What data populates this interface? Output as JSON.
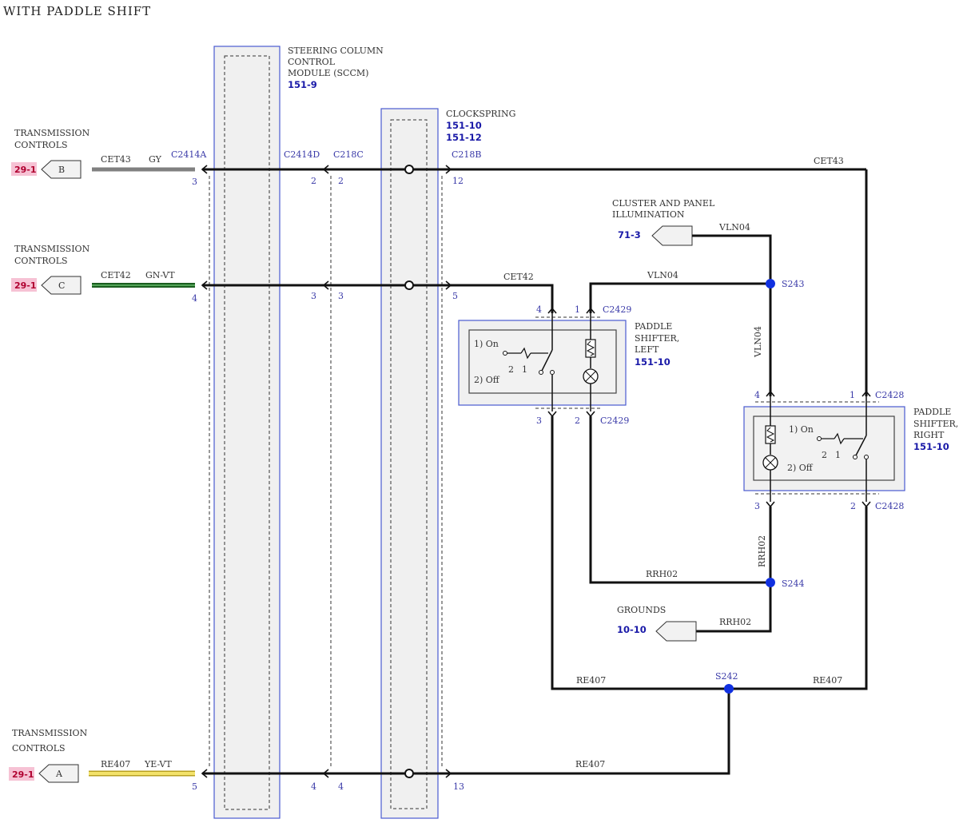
{
  "title": "WITH PADDLE SHIFT",
  "modules": {
    "sccm": {
      "name_lines": [
        "STEERING COLUMN",
        "CONTROL",
        "MODULE (SCCM)"
      ],
      "ref": "151-9"
    },
    "clockspring": {
      "name": "CLOCKSPRING",
      "refs": [
        "151-10",
        "151-12"
      ]
    },
    "paddle_left": {
      "name_lines": [
        "PADDLE",
        "SHIFTER,",
        "LEFT"
      ],
      "ref": "151-10",
      "on": "1) On",
      "off": "2) Off",
      "c1": "2",
      "c2": "1"
    },
    "paddle_right": {
      "name_lines": [
        "PADDLE",
        "SHIFTER,",
        "RIGHT"
      ],
      "ref": "151-10",
      "on": "1) On",
      "off": "2) Off",
      "c1": "2",
      "c2": "1"
    }
  },
  "left_refs": [
    {
      "label_lines": [
        "TRANSMISSION",
        "CONTROLS"
      ],
      "page": "29-1",
      "letter": "B",
      "circuit": "CET43",
      "color": "GY",
      "wire_hex": "#808080"
    },
    {
      "label_lines": [
        "TRANSMISSION",
        "CONTROLS"
      ],
      "page": "29-1",
      "letter": "C",
      "circuit": "CET42",
      "color": "GN-VT",
      "wire_hex": "#2e7d32"
    },
    {
      "label_lines": [
        "TRANSMISSION",
        "CONTROLS"
      ],
      "page": "29-1",
      "letter": "A",
      "circuit": "RE407",
      "color": "YE-VT",
      "wire_hex": "#e6d44a"
    }
  ],
  "right_refs": {
    "illum": {
      "label_lines": [
        "CLUSTER AND PANEL",
        "ILLUMINATION"
      ],
      "page": "71-3"
    },
    "grounds": {
      "label": "GROUNDS",
      "page": "10-10"
    }
  },
  "connectors": {
    "c2414a": "C2414A",
    "c2414d": "C2414D",
    "c218c": "C218C",
    "c218b": "C218B",
    "c2429": "C2429",
    "c2428": "C2428"
  },
  "pins": {
    "r1": [
      "3",
      "2",
      "2",
      "12"
    ],
    "r2": [
      "4",
      "3",
      "3",
      "5"
    ],
    "r3": [
      "5",
      "4",
      "4",
      "13"
    ],
    "pl_top": [
      "4",
      "1"
    ],
    "pl_bot": [
      "3",
      "2"
    ],
    "pr_top": [
      "4",
      "1"
    ],
    "pr_bot": [
      "3",
      "2"
    ]
  },
  "splices": {
    "s243": "S243",
    "s244": "S244",
    "s242": "S242"
  },
  "wires": {
    "cet43": "CET43",
    "cet42": "CET42",
    "vln04": "VLN04",
    "rrh02": "RRH02",
    "re407": "RE407"
  }
}
